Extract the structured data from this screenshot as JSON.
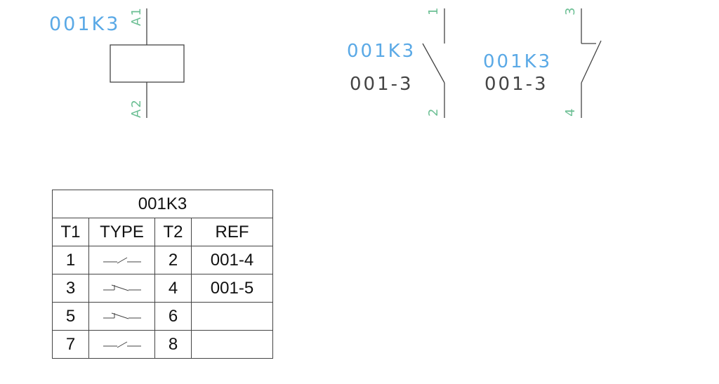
{
  "coil": {
    "tag": "001K3",
    "pin_top": "A1",
    "pin_bottom": "A2"
  },
  "contact_no": {
    "tag": "001K3",
    "ref": "001-3",
    "pin_top": "1",
    "pin_bottom": "2"
  },
  "contact_nc": {
    "tag": "001K3",
    "ref": "001-3",
    "pin_top": "3",
    "pin_bottom": "4"
  },
  "table": {
    "title": "001K3",
    "headers": [
      "T1",
      "TYPE",
      "T2",
      "REF"
    ],
    "rows": [
      {
        "t1": "1",
        "type": "normally-open-contact-icon",
        "t2": "2",
        "ref": "001-4"
      },
      {
        "t1": "3",
        "type": "normally-closed-contact-icon",
        "t2": "4",
        "ref": "001-5"
      },
      {
        "t1": "5",
        "type": "normally-closed-contact-icon",
        "t2": "6",
        "ref": ""
      },
      {
        "t1": "7",
        "type": "normally-open-contact-icon",
        "t2": "8",
        "ref": ""
      }
    ]
  },
  "colors": {
    "tag": "#5aa9e6",
    "pin": "#6cbf94",
    "ref": "#444444",
    "line": "#444444"
  }
}
